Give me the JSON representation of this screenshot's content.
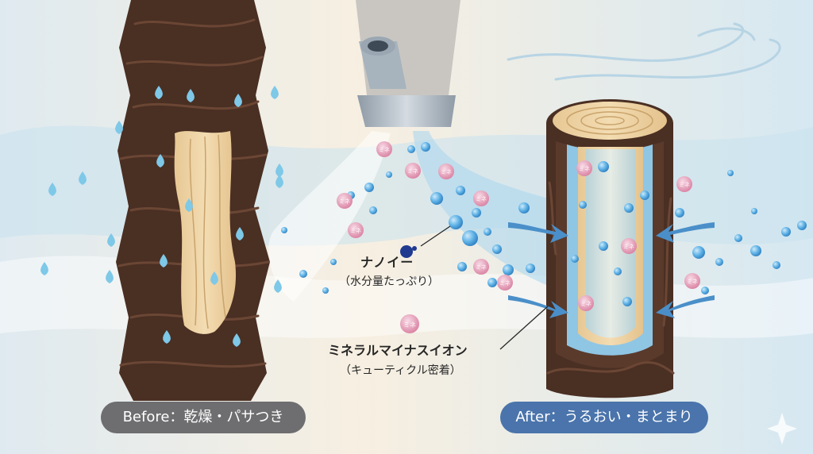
{
  "legend": {
    "nano_label": "ナノイー",
    "nano_sub": "（水分量たっぷり）",
    "mineral_label": "ミネラルマイナスイオン",
    "mineral_sub": "（キューティクル密着）",
    "mineral_badge_text": "ミネ"
  },
  "badges": {
    "before": "Before：乾燥・パサつき",
    "after": "After：うるおい・まとまり"
  },
  "colors": {
    "bark": "#4a2f23",
    "wood": "#ecd3a4",
    "water": "#7ec8e8",
    "nano": "#3b8fd0",
    "mineral": "#e8a3bd",
    "before_badge": "#6e6e70",
    "after_badge": "#4a74ab"
  }
}
